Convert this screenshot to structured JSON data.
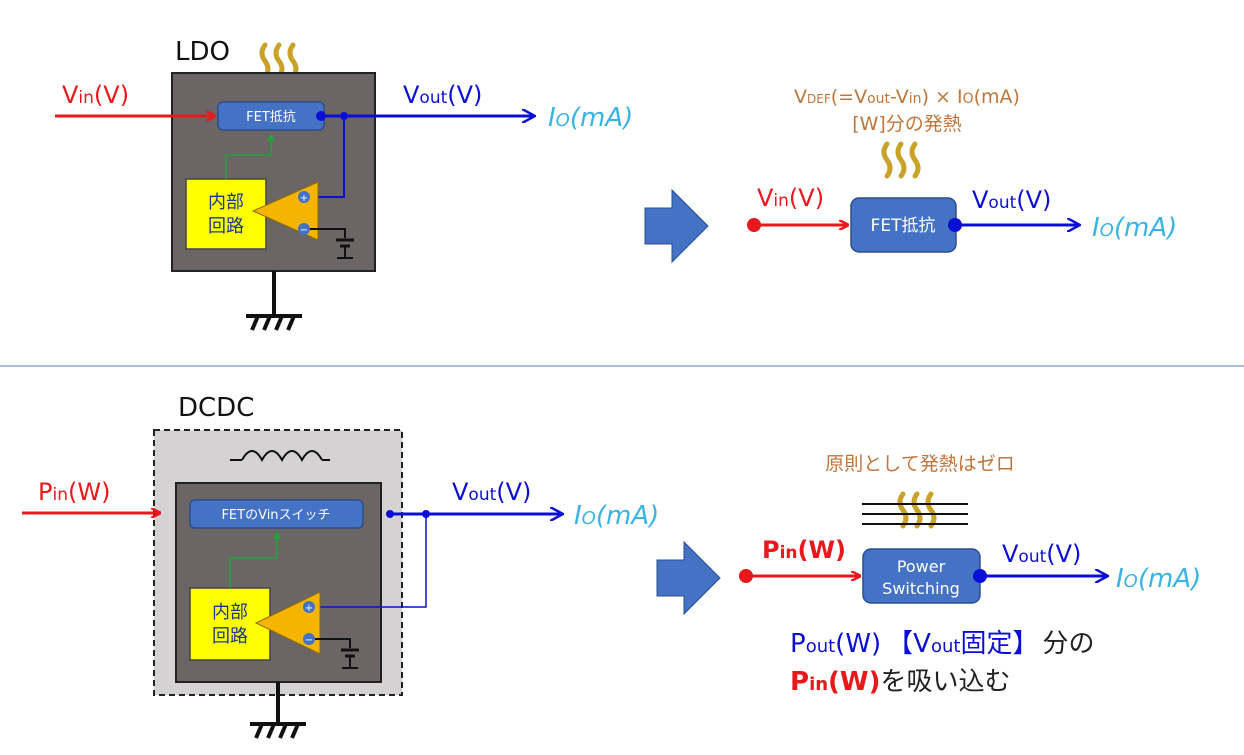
{
  "ldo": {
    "title": "LDO",
    "vin": {
      "main": "V",
      "sub": "in",
      "unit": "(V)"
    },
    "vout": {
      "main": "V",
      "sub": "out",
      "unit": "(V)"
    },
    "io": {
      "main": "I",
      "sub": "O",
      "unit": "(mA)"
    },
    "fet": "FET抵抗",
    "internal": [
      "内部",
      "回路"
    ],
    "plus": "+",
    "minus": "−"
  },
  "ldo_model": {
    "heat_line1_pre": "V",
    "heat_line1_sub": "DEF",
    "heat_line1_mid": "(=V",
    "heat_line1_sub2": "out",
    "heat_line1_mid2": "-V",
    "heat_line1_sub3": "in",
    "heat_line1_post": ") × I",
    "heat_line1_sub4": "O",
    "heat_line1_end": "(mA)",
    "heat_line2": "[W]分の発熱",
    "vin": {
      "main": "V",
      "sub": "in",
      "unit": "(V)"
    },
    "vout": {
      "main": "V",
      "sub": "out",
      "unit": "(V)"
    },
    "io": {
      "main": "I",
      "sub": "O",
      "unit": "(mA)"
    },
    "fet": "FET抵抗"
  },
  "dcdc": {
    "title": "DCDC",
    "pin": {
      "main": "P",
      "sub": "in",
      "unit": "(W)"
    },
    "vout": {
      "main": "V",
      "sub": "out",
      "unit": "(V)"
    },
    "io": {
      "main": "I",
      "sub": "O",
      "unit": "(mA)"
    },
    "fet": "FETのVinスイッチ",
    "internal": [
      "内部",
      "回路"
    ],
    "plus": "+",
    "minus": "−"
  },
  "dcdc_model": {
    "heat_note": "原則として発熱はゼロ",
    "pin": {
      "main": "P",
      "sub": "in",
      "unit": "(W)"
    },
    "vout": {
      "main": "V",
      "sub": "out",
      "unit": "(V)"
    },
    "io": {
      "main": "I",
      "sub": "O",
      "unit": "(mA)"
    },
    "switch_line1": "Power",
    "switch_line2": "Switching",
    "desc1_main": "P",
    "desc1_sub": "out",
    "desc1_unit": "(W)",
    "desc1_bracket_open": "【V",
    "desc1_sub2": "out",
    "desc1_fixed": "固定】",
    "desc1_tail": "分の",
    "desc2_main": "P",
    "desc2_sub": "in",
    "desc2_unit": "(W)",
    "desc2_tail": "を吸い込む"
  },
  "colors": {
    "red": "#e8191c",
    "blue": "#0b0fd6",
    "cyan": "#3ab4e6",
    "orange": "#c0763a",
    "gold": "#c9a227",
    "chip_bg": "#6b6565",
    "fet_box": "#4472c4",
    "yellow": "#ffff00",
    "opamp": "#f4b400",
    "arrow_block": "#4472c4"
  }
}
